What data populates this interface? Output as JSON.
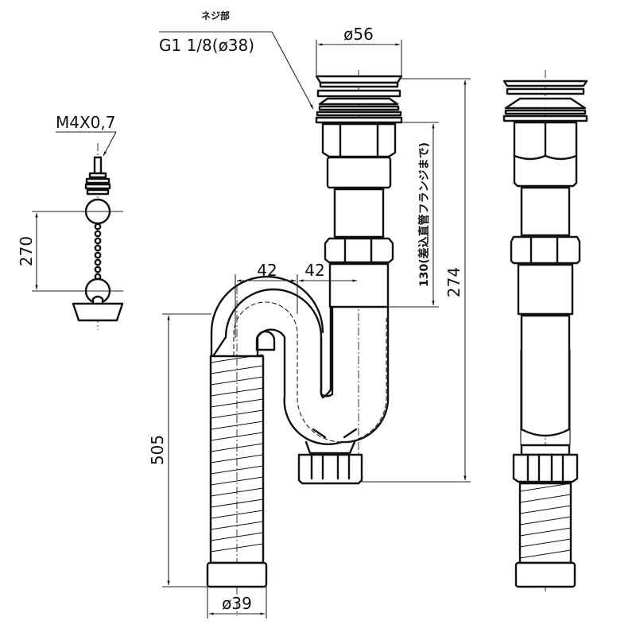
{
  "drawing": {
    "colors": {
      "line": "#111111",
      "background": "#ffffff"
    },
    "labels": {
      "thread_part": "ネジ部",
      "thread_spec": "G1 1/8(ø38)",
      "flange_diameter": "ø56",
      "chain_screw": "M4X0,7",
      "chain_length": "270",
      "offset_left": "42",
      "offset_right": "42",
      "insert_pipe": "130(差込直管フランジまで)",
      "total_height": "274",
      "hose_length": "505",
      "hose_diameter": "ø39"
    }
  }
}
